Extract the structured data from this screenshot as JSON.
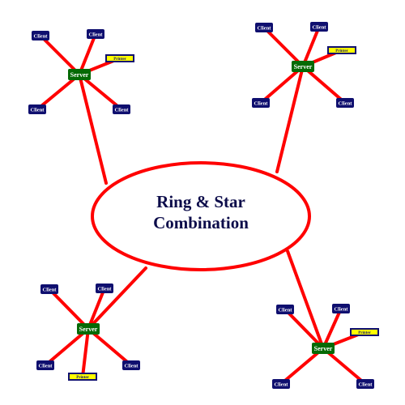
{
  "colors": {
    "background": "#ffffff",
    "link": "#ff0000",
    "ring_stroke": "#ff0000",
    "ring_fill": "#ffffff",
    "title": "#0c0c4a",
    "server_fill": "#056a05",
    "server_text": "#ffffff",
    "client_fill": "#0f0f6f",
    "client_text": "#ffffff",
    "printer_fill": "#ffff00",
    "printer_border": "#0f0f6f"
  },
  "ring": {
    "title_line1": "Ring & Star",
    "title_line2": "Combination"
  },
  "labels": {
    "server": "Server",
    "client": "Client",
    "printer": "Printer"
  },
  "clusters": [
    {
      "name": "top-left",
      "nodes": [
        "client",
        "client",
        "printer",
        "client",
        "client"
      ]
    },
    {
      "name": "top-right",
      "nodes": [
        "client",
        "client",
        "printer",
        "client",
        "client"
      ]
    },
    {
      "name": "bottom-left",
      "nodes": [
        "client",
        "client",
        "client",
        "printer",
        "client"
      ]
    },
    {
      "name": "bottom-right",
      "nodes": [
        "client",
        "client",
        "printer",
        "client",
        "client"
      ]
    }
  ]
}
